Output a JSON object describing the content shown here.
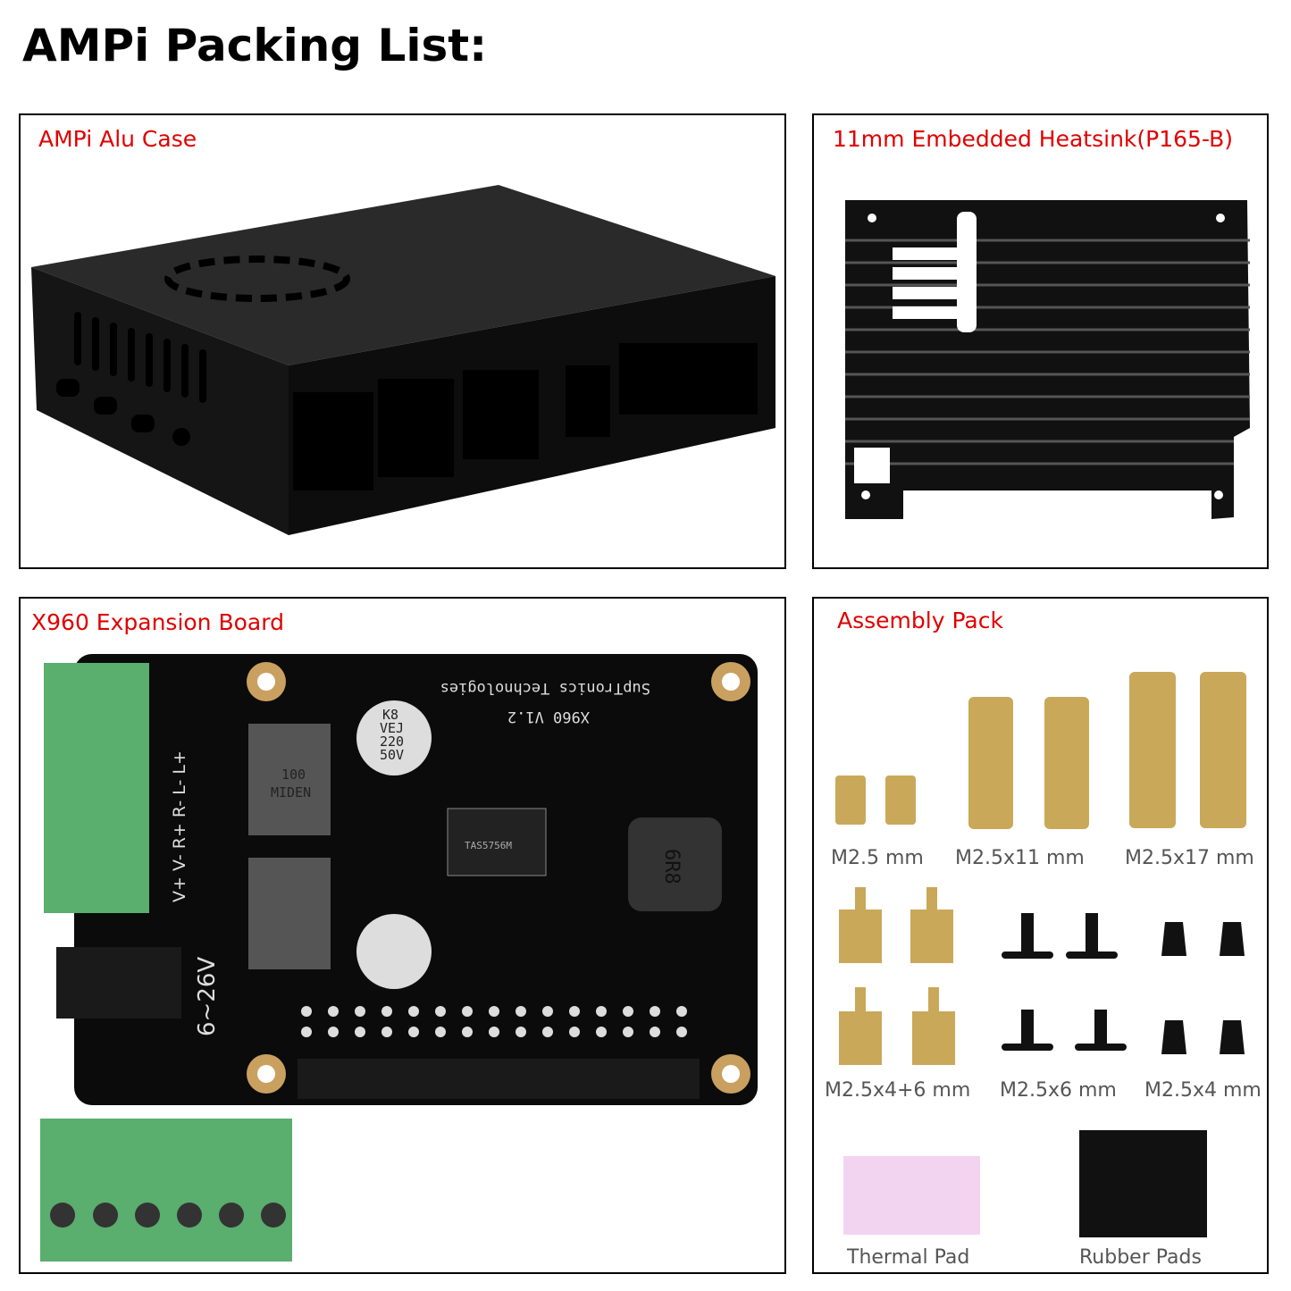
{
  "title": "AMPi Packing List:",
  "panels": {
    "case": {
      "label": "AMPi Alu Case"
    },
    "heatsink": {
      "label": "11mm Embedded Heatsink(P165-B)"
    },
    "board": {
      "label": "X960 Expansion Board",
      "brand_print": "SupTronics Technologies",
      "model_print": "X960 V1.2",
      "voltage_print": "6~26V",
      "terminal_print": "V+ V- R+ R- L- L+",
      "inductor_print": [
        "100",
        "MIDEN"
      ],
      "capacitor_print": [
        "K8",
        "VEJ",
        "220",
        "50V"
      ],
      "chip_print": "TAS5756M",
      "coil_print": "6R8"
    },
    "assembly": {
      "label": "Assembly Pack",
      "items": [
        {
          "label": "M2.5 mm"
        },
        {
          "label": "M2.5x11 mm"
        },
        {
          "label": "M2.5x17 mm"
        },
        {
          "label": "M2.5x4+6 mm"
        },
        {
          "label": "M2.5x6 mm"
        },
        {
          "label": "M2.5x4 mm"
        },
        {
          "label": "Thermal Pad"
        },
        {
          "label": "Rubber Pads"
        }
      ]
    }
  },
  "colors": {
    "label": "#e00000",
    "thermal_pad": "#f3d4f0",
    "terminal": "#5aae6e",
    "brass": "#c9a85a"
  }
}
